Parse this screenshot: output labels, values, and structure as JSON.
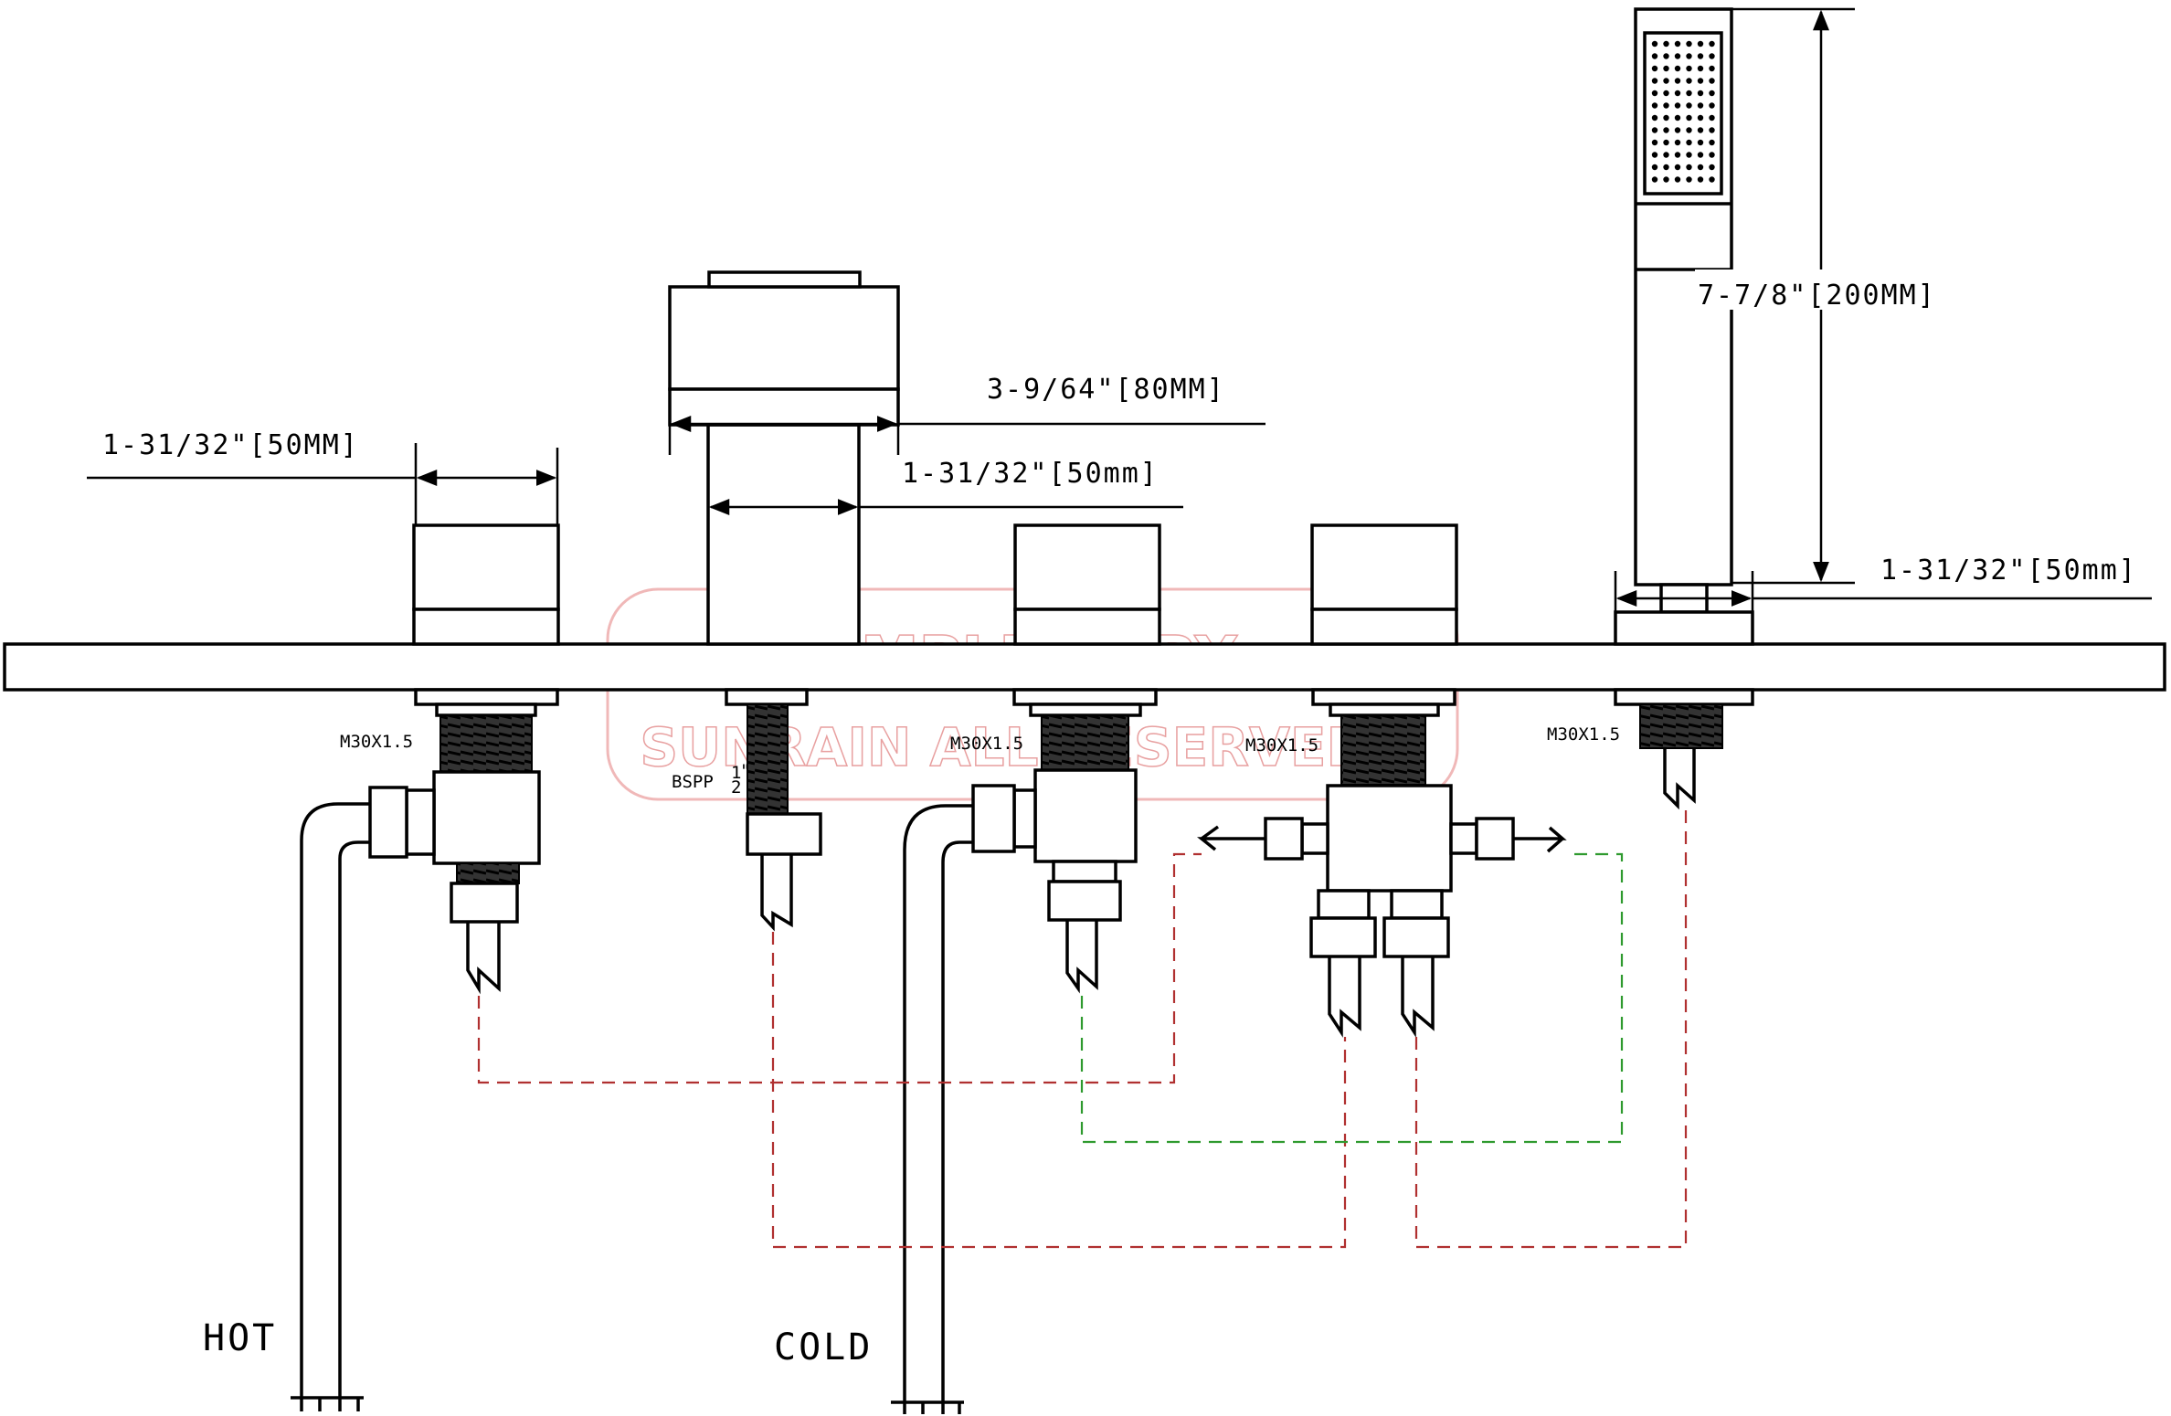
{
  "dimensions": {
    "left_handle_width": "1-31/32\"[50MM]",
    "spout_length": "3-9/64\"[80MM]",
    "spout_neck_width": "1-31/32\"[50mm]",
    "handshower_length": "7-7/8\"[200MM]",
    "handshower_base_width": "1-31/32\"[50mm]"
  },
  "thread_labels": {
    "left_valve": "M30X1.5",
    "spout": "BSPP",
    "spout_fraction_num": "1",
    "spout_fraction_den": "2",
    "spout_inch_mark": "\"",
    "middle_valve": "M30X1.5",
    "diverter": "M30X1.5",
    "handshower": "M30X1.5"
  },
  "supply_labels": {
    "hot": "HOT",
    "cold": "COLD"
  },
  "watermark": {
    "line1": "SAMPLE COPY",
    "line2": "SUNRAIN ALL RESERVED"
  },
  "colors": {
    "line": "#000000",
    "hose_dashed": "#b03030",
    "green_dashed": "#2e9a2e",
    "watermark": "#e8a0a0"
  }
}
